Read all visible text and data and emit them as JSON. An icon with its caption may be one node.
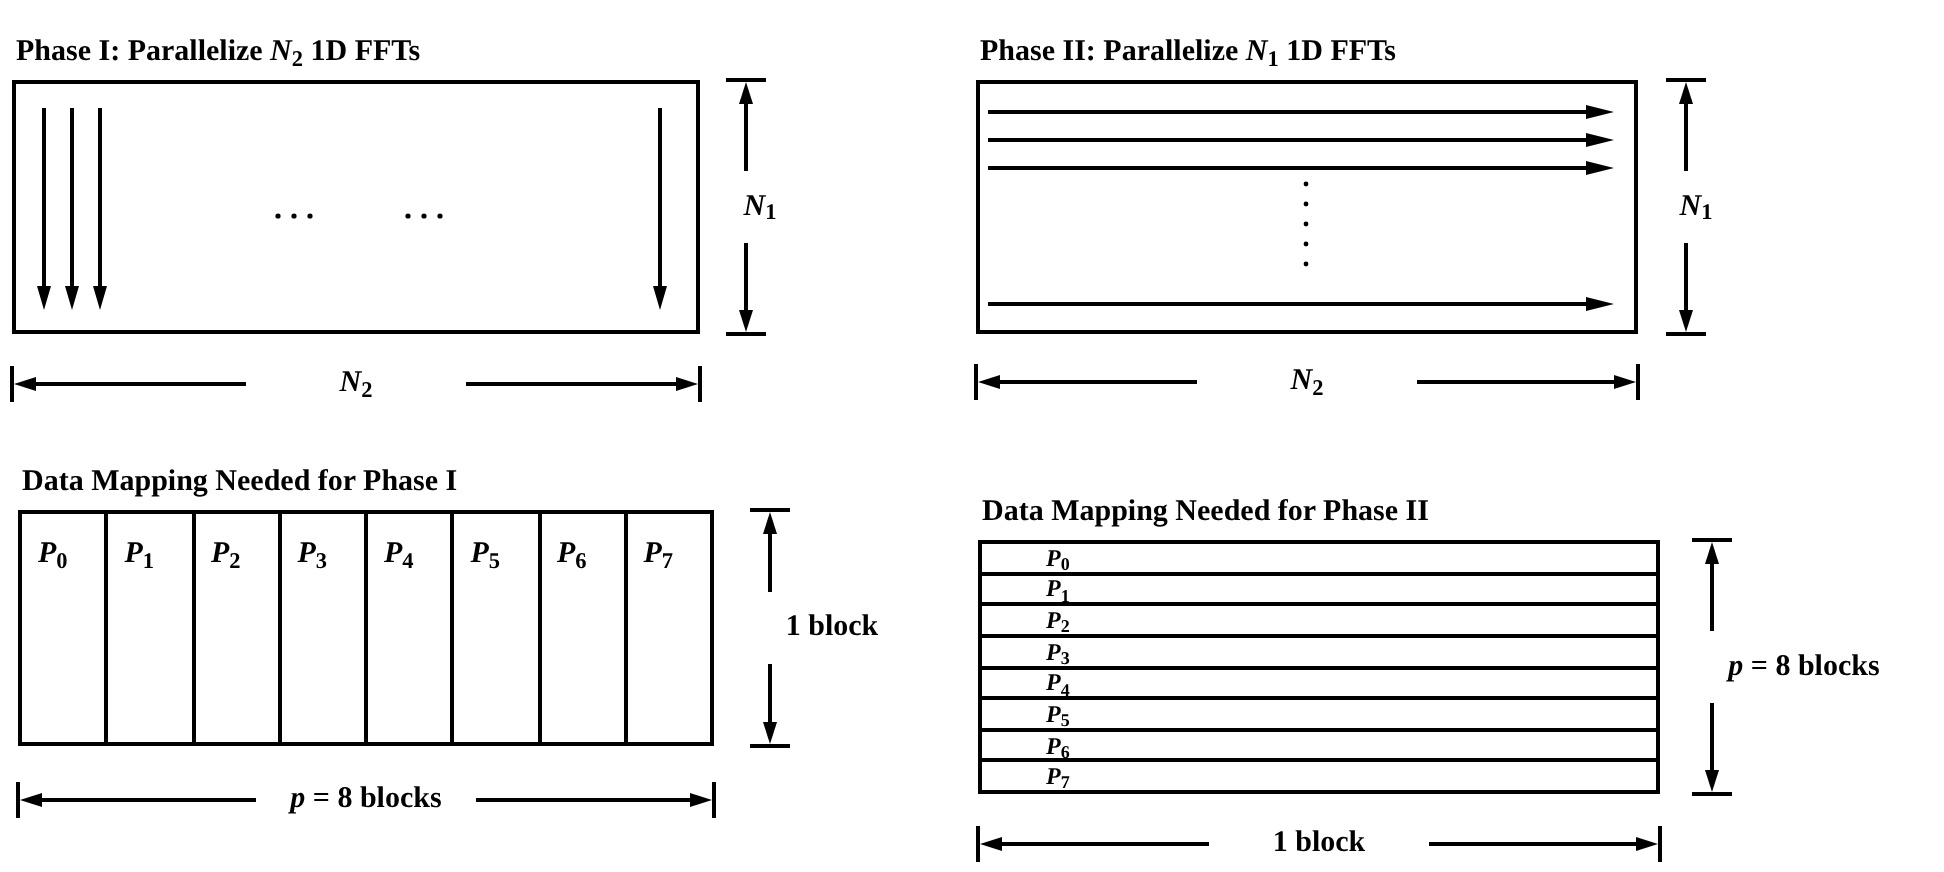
{
  "diagram": {
    "nodes": [
      {
        "text": [
          "Phase I: Parallelize *N*$_{2}$ 1D FFTs"
        ],
        "beside": [
          "*N*$_{1}$",
          "*N*$_{2}$"
        ]
      },
      {
        "text": [
          "Phase II: Parallelize *N*$_{1}$ 1D FFTs"
        ],
        "beside": [
          "*N*$_{1}$",
          "*N*$_{2}$"
        ]
      },
      {
        "text": [
          "Data Mapping Needed for Phase I"
        ],
        "beside": [
          "1 block",
          "*p* = 8 blocks"
        ]
      },
      {
        "text": [
          "*P*$_{0}$"
        ],
        "in": 2
      },
      {
        "text": [
          "*P*$_{1}$"
        ],
        "in": 2
      },
      {
        "text": [
          "*P*$_{2}$"
        ],
        "in": 2
      },
      {
        "text": [
          "*P*$_{3}$"
        ],
        "in": 2
      },
      {
        "text": [
          "*P*$_{4}$"
        ],
        "in": 2
      },
      {
        "text": [
          "*P*$_{5}$"
        ],
        "in": 2
      },
      {
        "text": [
          "*P*$_{6}$"
        ],
        "in": 2
      },
      {
        "text": [
          "*P*$_{7}$"
        ],
        "in": 2
      },
      {
        "text": [
          "Data Mapping Needed for Phase II"
        ],
        "beside": [
          "*p* = 8 blocks",
          "1 block"
        ]
      },
      {
        "text": [
          "*P*$_{0}$"
        ],
        "in": 11
      },
      {
        "text": [
          "*P*$_{1}$"
        ],
        "in": 11
      },
      {
        "text": [
          "*P*$_{2}$"
        ],
        "in": 11
      },
      {
        "text": [
          "*P*$_{3}$"
        ],
        "in": 11
      },
      {
        "text": [
          "*P*$_{4}$"
        ],
        "in": 11
      },
      {
        "text": [
          "*P*$_{5}$"
        ],
        "in": 11
      },
      {
        "text": [
          "*P*$_{6}$"
        ],
        "in": 11
      },
      {
        "text": [
          "*P*$_{7}$"
        ],
        "in": 11
      }
    ],
    "edges": []
  }
}
